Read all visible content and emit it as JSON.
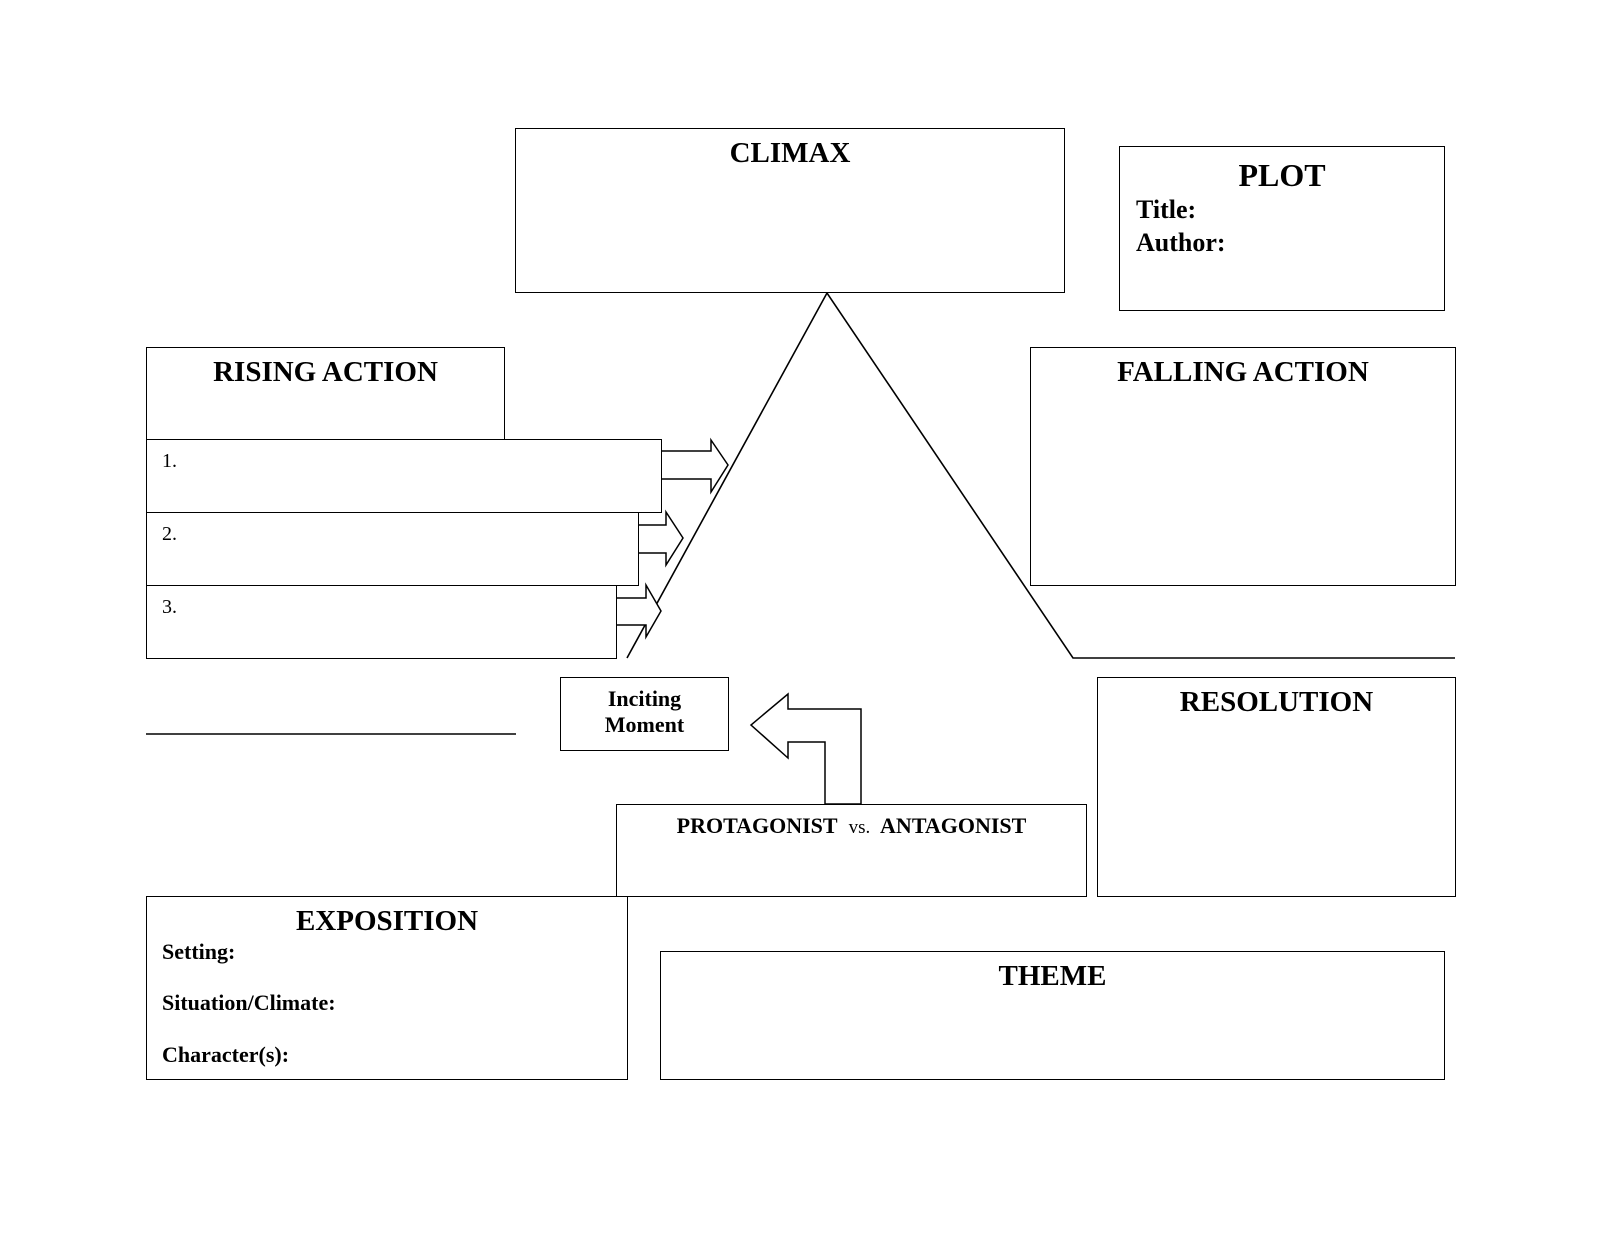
{
  "plot": {
    "heading": "PLOT",
    "title_label": "Title:",
    "author_label": "Author:"
  },
  "climax": {
    "heading": "CLIMAX"
  },
  "rising_action": {
    "heading": "RISING ACTION",
    "items": [
      "1.",
      "2.",
      "3."
    ]
  },
  "falling_action": {
    "heading": "FALLING ACTION"
  },
  "inciting_moment": {
    "line1": "Inciting",
    "line2": "Moment"
  },
  "resolution": {
    "heading": "RESOLUTION"
  },
  "conflict": {
    "protagonist": "PROTAGONIST",
    "versus": "vs.",
    "antagonist": "ANTAGONIST"
  },
  "exposition": {
    "heading": "EXPOSITION",
    "setting_label": "Setting:",
    "situation_label": "Situation/Climate:",
    "characters_label": "Character(s):"
  },
  "theme": {
    "heading": "THEME"
  }
}
